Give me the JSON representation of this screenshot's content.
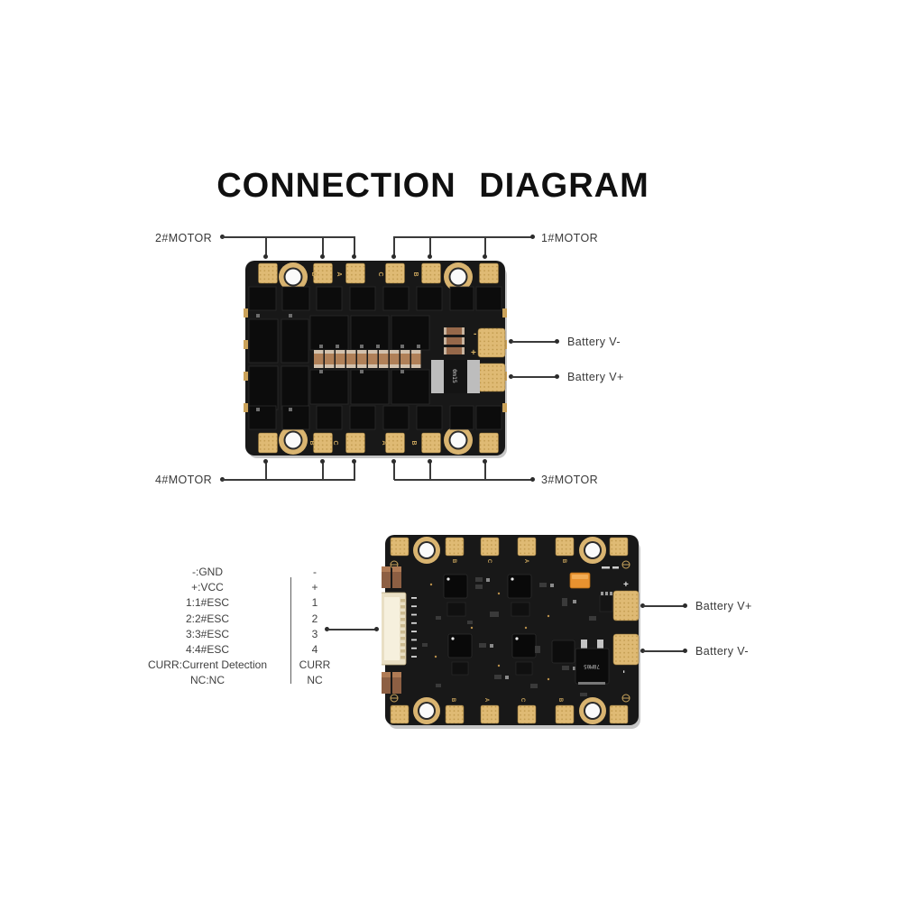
{
  "title": "CONNECTION DIAGRAM",
  "front_view": {
    "motor_labels": {
      "m2": "2#MOTOR",
      "m1": "1#MOTOR",
      "m4": "4#MOTOR",
      "m3": "3#MOTOR"
    },
    "battery_labels": {
      "neg": "Battery V-",
      "pos": "Battery V+"
    },
    "silkscreen": {
      "top_phases": [
        "B",
        "A",
        "C",
        "B"
      ],
      "bottom_phases": [
        "B",
        "C",
        "A",
        "B"
      ],
      "shunt": "0m15",
      "minus": "-",
      "plus": "+"
    }
  },
  "back_view": {
    "battery_labels": {
      "pos": "Battery V+",
      "neg": "Battery V-"
    },
    "silkscreen": {
      "top_phases": [
        "B",
        "C",
        "A",
        "B"
      ],
      "bottom_phases": [
        "B",
        "A",
        "C",
        "B"
      ],
      "regulator": "78M05",
      "plus": "+",
      "minus": "-"
    }
  },
  "pin_table": {
    "rows": [
      {
        "desc": "-:GND",
        "pin": "-"
      },
      {
        "desc": "+:VCC",
        "pin": "+"
      },
      {
        "desc": "1:1#ESC",
        "pin": "1"
      },
      {
        "desc": "2:2#ESC",
        "pin": "2"
      },
      {
        "desc": "3:3#ESC",
        "pin": "3"
      },
      {
        "desc": "4:4#ESC",
        "pin": "4"
      },
      {
        "desc": "CURR:Current Detection",
        "pin": "CURR"
      },
      {
        "desc": "NC:NC",
        "pin": "NC"
      }
    ]
  },
  "colors": {
    "background": "#ffffff",
    "pcb": "#181818",
    "pad_gold": "#dfba74",
    "wire": "#3a3a3a",
    "label_text": "#383838",
    "orange_component": "#e8922f"
  }
}
